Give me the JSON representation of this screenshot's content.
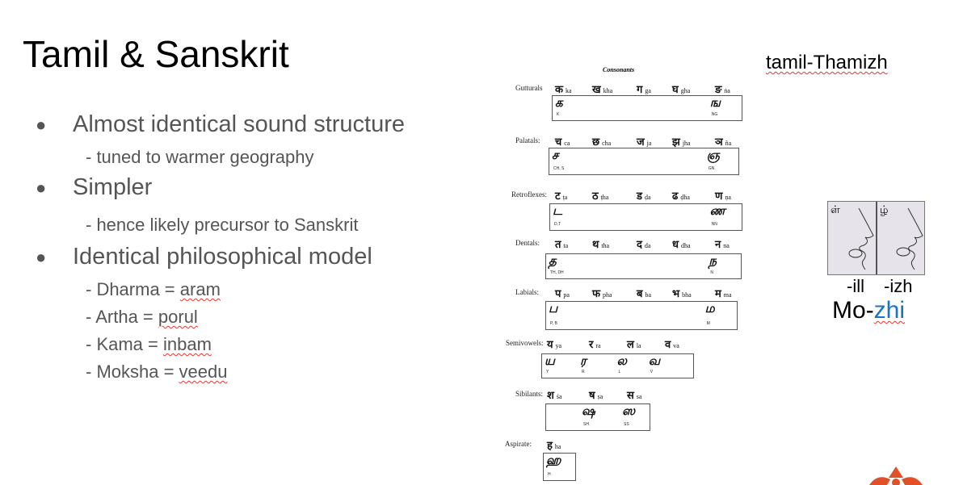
{
  "title": "Tamil & Sanskrit",
  "bullets": [
    {
      "text": "Almost identical sound structure",
      "sub": [
        "- tuned to warmer geography"
      ]
    },
    {
      "text": "Simpler",
      "sub": [
        "- hence likely precursor to Sanskrit"
      ]
    },
    {
      "text": "Identical philosophical model",
      "sub": []
    }
  ],
  "model": [
    {
      "left": "- Dharma = ",
      "right": "aram"
    },
    {
      "left": "- Artha = ",
      "right": "porul"
    },
    {
      "left": "- Kama = ",
      "right": "inbam"
    },
    {
      "left": "- Moksha = ",
      "right": "veedu"
    }
  ],
  "chart": {
    "heading": "Consonants",
    "rows": [
      {
        "label": "Gutturals",
        "dev": [
          [
            "क",
            "ka"
          ],
          [
            "ख",
            "kha"
          ],
          [
            "ग",
            "ga"
          ],
          [
            "घ",
            "gha"
          ],
          [
            "ङ",
            "ṅa"
          ]
        ],
        "tamil": [
          [
            "க",
            "K",
            0
          ],
          [
            "ங",
            "NG",
            4
          ]
        ]
      },
      {
        "label": "Palatals:",
        "dev": [
          [
            "च",
            "ca"
          ],
          [
            "छ",
            "cha"
          ],
          [
            "ज",
            "ja"
          ],
          [
            "झ",
            "jha"
          ],
          [
            "ञ",
            "ña"
          ]
        ],
        "tamil": [
          [
            "ச",
            "CH, S",
            0
          ],
          [
            "ஞ",
            "GN",
            4
          ]
        ]
      },
      {
        "label": "Retroflexes:",
        "dev": [
          [
            "ट",
            "ṭa"
          ],
          [
            "ठ",
            "ṭha"
          ],
          [
            "ड",
            "ḍa"
          ],
          [
            "ढ",
            "ḍha"
          ],
          [
            "ण",
            "ṇa"
          ]
        ],
        "tamil": [
          [
            "ட",
            "D,T",
            0
          ],
          [
            "ண",
            "NN",
            4
          ]
        ]
      },
      {
        "label": "Dentals:",
        "dev": [
          [
            "त",
            "ta"
          ],
          [
            "थ",
            "tha"
          ],
          [
            "द",
            "da"
          ],
          [
            "ध",
            "dha"
          ],
          [
            "न",
            "na"
          ]
        ],
        "tamil": [
          [
            "த",
            "TH, DH",
            0
          ],
          [
            "ந",
            "N",
            4
          ]
        ]
      },
      {
        "label": "Labials:",
        "dev": [
          [
            "प",
            "pa"
          ],
          [
            "फ",
            "pha"
          ],
          [
            "ब",
            "ba"
          ],
          [
            "भ",
            "bha"
          ],
          [
            "म",
            "ma"
          ]
        ],
        "tamil": [
          [
            "ப",
            "P, B",
            0
          ],
          [
            "ம",
            "M",
            4
          ]
        ]
      },
      {
        "label": "Semivowels:",
        "dev": [
          [
            "य",
            "ya"
          ],
          [
            "र",
            "ra"
          ],
          [
            "ल",
            "la"
          ],
          [
            "व",
            "va"
          ]
        ],
        "tamil": [
          [
            "ய",
            "Y",
            0
          ],
          [
            "ர",
            "R",
            1
          ],
          [
            "ல",
            "L",
            2
          ],
          [
            "வ",
            "V",
            3
          ]
        ]
      },
      {
        "label": "Sibilants:",
        "dev": [
          [
            "श",
            "śa"
          ],
          [
            "ष",
            "ṣa"
          ],
          [
            "स",
            "sa"
          ]
        ],
        "tamil": [
          [
            "ஷ",
            "SH",
            1
          ],
          [
            "ஸ",
            "SS",
            2
          ]
        ]
      },
      {
        "label": "Aspirate:",
        "dev": [
          [
            "ह",
            "ha"
          ]
        ],
        "tamil": [
          [
            "ஹ",
            "H",
            0
          ]
        ]
      }
    ]
  },
  "thamizh": "tamil-Thamizh",
  "mouth_letters": [
    "ள்",
    "ழ்"
  ],
  "sounds": {
    "ill": "-ill",
    "izh": "-izh"
  },
  "mozhi": {
    "a": "Mo-",
    "b": "zhi"
  },
  "colors": {
    "accent": "#1a73c8",
    "logo": "#e0512a"
  }
}
